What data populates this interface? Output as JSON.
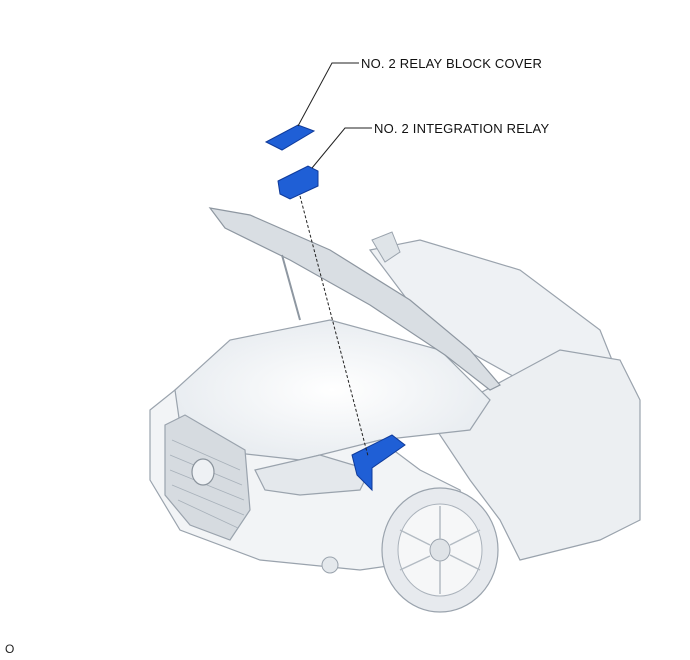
{
  "callouts": {
    "relay_block_cover": "NO. 2 RELAY BLOCK COVER",
    "integration_relay": "NO. 2 INTEGRATION RELAY"
  },
  "figure_code": "O",
  "colors": {
    "part_blue": "#1f5fd6",
    "part_blue_dark": "#0f3a9a",
    "car_outline": "#9aa3ad",
    "car_fill": "#eef1f4"
  }
}
